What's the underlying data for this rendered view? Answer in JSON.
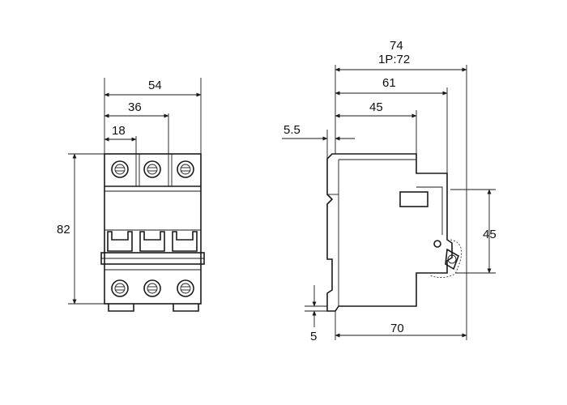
{
  "front_view": {
    "dim_width_total": "54",
    "dim_width_two_pole": "36",
    "dim_width_single_pole": "18",
    "dim_height": "82"
  },
  "side_view": {
    "dim_depth_total": "74",
    "dim_depth_single_pole": "1P:72",
    "dim_depth_61": "61",
    "dim_depth_45": "45",
    "dim_offset": "5.5",
    "dim_lever_height": "45",
    "dim_base_depth": "70",
    "dim_rail_clip": "5"
  },
  "colors": {
    "line": "#1a1a1a",
    "background": "#ffffff"
  }
}
